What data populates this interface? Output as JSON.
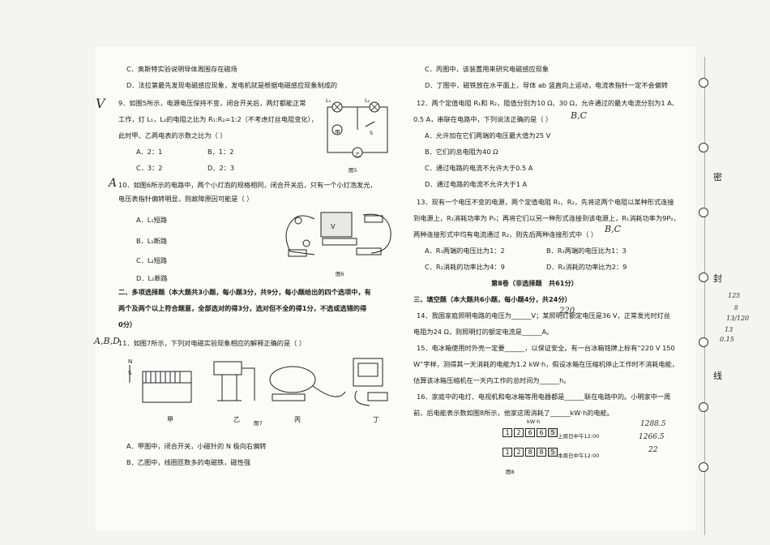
{
  "left": {
    "lines": [
      "C．奥斯特实验说明导体周围存在磁场",
      "D．法拉第最先发现电磁感应现象，发电机就是根据电磁感应现象制成的",
      "9．如图5所示，电源电压保持不变，闭合开关后，两灯都能正常",
      "工作，灯 L₁，L₂的电阻之比为 R₁:R₂=1:2（不考虑灯丝电阻变化），",
      "此时甲、乙两电表的示数之比为（    ）",
      "A．2：1",
      "B．1：2",
      "C．3：2",
      "D．2：3",
      "10．如图6所示的电路中，两个小灯泡的规格相同，闭合开关后，只有一个小灯泡发光，",
      "电压表指针偏转明显，则故障原因可能是（    ）",
      "A．L₁短路",
      "B．L₁断路",
      "C．L₂短路",
      "D．L₂断路",
      "二、多项选择题（本大题共3小题，每小题3分，共9分，每小题给出的四个选项中，有",
      "两个及两个以上符合题意，全部选对的得3分，选对但不全的得1分，不选或选错的得",
      "0分）",
      "11．如图7所示，下列对电磁实验现象相应的解释正确的是（    ）",
      "A．甲图中，闭合开关，小磁针的 N 极向右偏转",
      "B．乙图中，线圈匝数多的电磁铁，磁性强"
    ],
    "fig5": "图5",
    "fig6": "图6",
    "fig7": "图7",
    "fig7_labels": [
      "甲",
      "乙",
      "丙",
      "丁"
    ],
    "fig5_labels": [
      "L₁",
      "L₂",
      "甲",
      "乙",
      "S"
    ]
  },
  "right": {
    "lines": [
      "C．丙图中，该装置用来研究电磁感应现象",
      "D．丁图中，磁铁放在水平面上，导体 ab 竖直向上运动，电流表指针一定不会偏转",
      "12．两个定值电阻 R₁和 R₂，阻值分别为10 Ω、30 Ω，允许通过的最大电流分别为1 A、",
      "0.5 A，串联在电路中，下列说法正确的是（    ）",
      "A．允许加在它们两端的电压最大值为25 V",
      "B．它们的总电阻为40 Ω",
      "C．通过电路的电流不允许大于0.5 A",
      "D．通过电路的电流不允许大于1 A",
      "13．现有一个电压不变的电源，两个定值电阻 R₁、R₂，先将这两个电阻以某种形式连接",
      "到电源上，R₁消耗功率为 P₀；再将它们以另一种形式连接到该电源上，R₁消耗功率为9P₀，",
      "两种连接形式中均有电流通过 R₂，则先后两种连接形式中（    ）",
      "A．R₁两端的电压比为1：2",
      "B．R₁两端的电压比为1：3",
      "C．R₂消耗的功率比为4：9",
      "D．R₂消耗的功率比为2：9",
      "第Ⅱ卷（非选择题　共61分）",
      "三、填空题（本大题共6小题，每小题4分，共24分）",
      "14．我国家庭照明电路的电压为______V；某照明灯额定电压是36 V，正常发光时灯丝",
      "电阻为24 Ω，则照明灯的额定电流是______A。",
      "15．电冰箱使用时外壳一定要______，以保证安全。有一台冰箱铭牌上标有“220 V 150",
      "W”字样，测得其一天消耗的电能为1.2 kW·h，假设冰箱在压缩机停止工作时不消耗电能，",
      "估算该冰箱压缩机在一天内工作的总时间为______h。",
      "16．家庭中的电灯、电视机和电冰箱等用电器都是______联在电路中的。小明家中一周",
      "前、后电能表示数如图8所示，他家这周消耗了______kW·h的电能。"
    ],
    "meter_unit": "kW·h",
    "meter1_digits": [
      "1",
      "2",
      "6",
      "6",
      "5"
    ],
    "meter1_label": "上周日中午12:00",
    "meter2_digits": [
      "1",
      "2",
      "8",
      "8",
      "5"
    ],
    "meter2_label": "本周日中午12:00",
    "fig8": "图8"
  },
  "handwriting": {
    "q9_mark": "V",
    "q10_mark": "A",
    "q11_mark": "A,B,D",
    "q12_mark": "B,C",
    "q13_mark": "B,C",
    "q14_answer": "220",
    "calc1": "1288.5",
    "calc2": "1266.5",
    "calc3": "22",
    "side_calc": [
      "125",
      "8",
      "13/120",
      "13",
      "0.15"
    ]
  },
  "margin": {
    "labels": [
      "密",
      "封",
      "线"
    ]
  }
}
